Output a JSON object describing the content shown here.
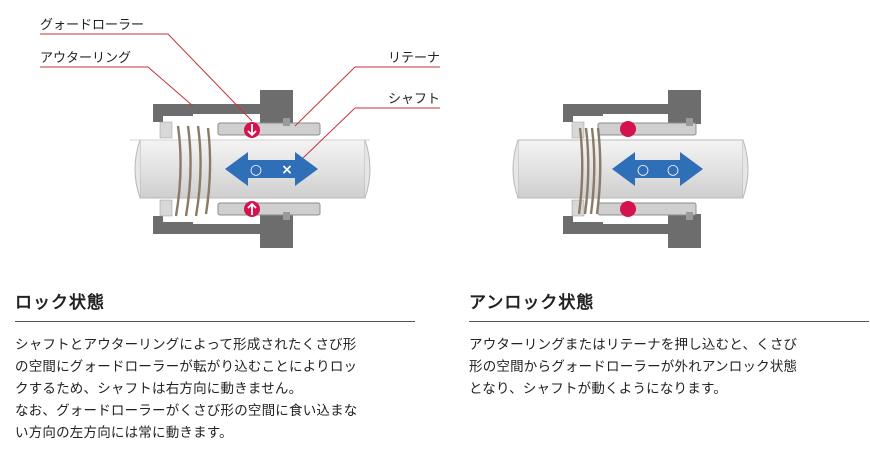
{
  "callouts": {
    "guard_roller": "グォードローラー",
    "outer_ring": "アウターリング",
    "retainer": "リテーナ",
    "shaft": "シャフト"
  },
  "left_arrow": {
    "left_mark": "○",
    "right_mark": "×"
  },
  "right_arrow": {
    "left_mark": "○",
    "right_mark": "○"
  },
  "lock": {
    "title": "ロック状態",
    "lines": [
      "シャフトとアウターリングによって形成されたくさび形",
      "の空間にグォードローラーが転がり込むことによりロッ",
      "クするため、シャフトは右方向に動きません。",
      "なお、グォードローラーがくさび形の空間に食い込まな",
      "い方向の左方向には常に動きます。"
    ]
  },
  "unlock": {
    "title": "アンロック状態",
    "lines": [
      "アウターリングまたはリテーナを押し込むと、くさび",
      "形の空間からグォードローラーが外れアンロック状態",
      "となり、シャフトが動くようになります。"
    ]
  },
  "colors": {
    "housing": "#6d6d6d",
    "shaft": "#e3e3e3",
    "arrow": "#2f6fb8",
    "roller": "#d4124e",
    "leader": "#c8323c",
    "spring": "#8a7a66"
  }
}
